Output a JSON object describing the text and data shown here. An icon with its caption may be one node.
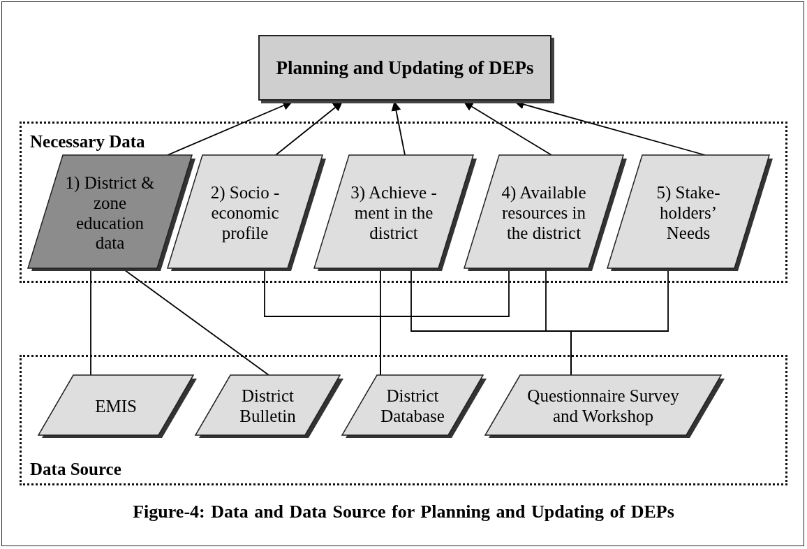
{
  "diagram": {
    "caption": "Figure-4: Data and Data Source for Planning and Updating of DEPs",
    "nodes": [
      {
        "text": [
          "Planning and Updating of DEPs"
        ]
      },
      {
        "text": [
          "Necessary Data"
        ]
      },
      {
        "text": [
          "1) District & zone education data"
        ],
        "in": 1
      },
      {
        "text": [
          "2) Socio -economic profile"
        ],
        "in": 1
      },
      {
        "text": [
          "3) Achieve -ment in the district"
        ],
        "in": 1
      },
      {
        "text": [
          "4) Available resources in the district"
        ],
        "in": 1
      },
      {
        "text": [
          "5) Stake- holders’ Needs"
        ],
        "in": 1
      },
      {
        "text": [
          "Data Source"
        ]
      },
      {
        "text": [
          "EMIS"
        ],
        "in": 7
      },
      {
        "text": [
          "District Bulletin"
        ],
        "in": 7
      },
      {
        "text": [
          "District Database"
        ],
        "in": 7
      },
      {
        "text": [
          "Questionnaire Survey and Workshop"
        ],
        "in": 7
      }
    ],
    "edges": [
      {
        "from": 2,
        "to": 0,
        "arrow": "to"
      },
      {
        "from": 3,
        "to": 0,
        "arrow": "to"
      },
      {
        "from": 4,
        "to": 0,
        "arrow": "to"
      },
      {
        "from": 5,
        "to": 0,
        "arrow": "to"
      },
      {
        "from": 6,
        "to": 0,
        "arrow": "to"
      },
      {
        "from": 2,
        "to": 8,
        "arrow": "none"
      },
      {
        "from": 2,
        "to": 9,
        "arrow": "none"
      },
      {
        "from": 3,
        "to": 10,
        "arrow": "none"
      },
      {
        "from": 4,
        "to": 10,
        "arrow": "none"
      },
      {
        "from": 5,
        "to": 10,
        "arrow": "none"
      },
      {
        "from": 4,
        "to": 11,
        "arrow": "none"
      },
      {
        "from": 5,
        "to": 11,
        "arrow": "none"
      },
      {
        "from": 6,
        "to": 11,
        "arrow": "none"
      }
    ]
  }
}
